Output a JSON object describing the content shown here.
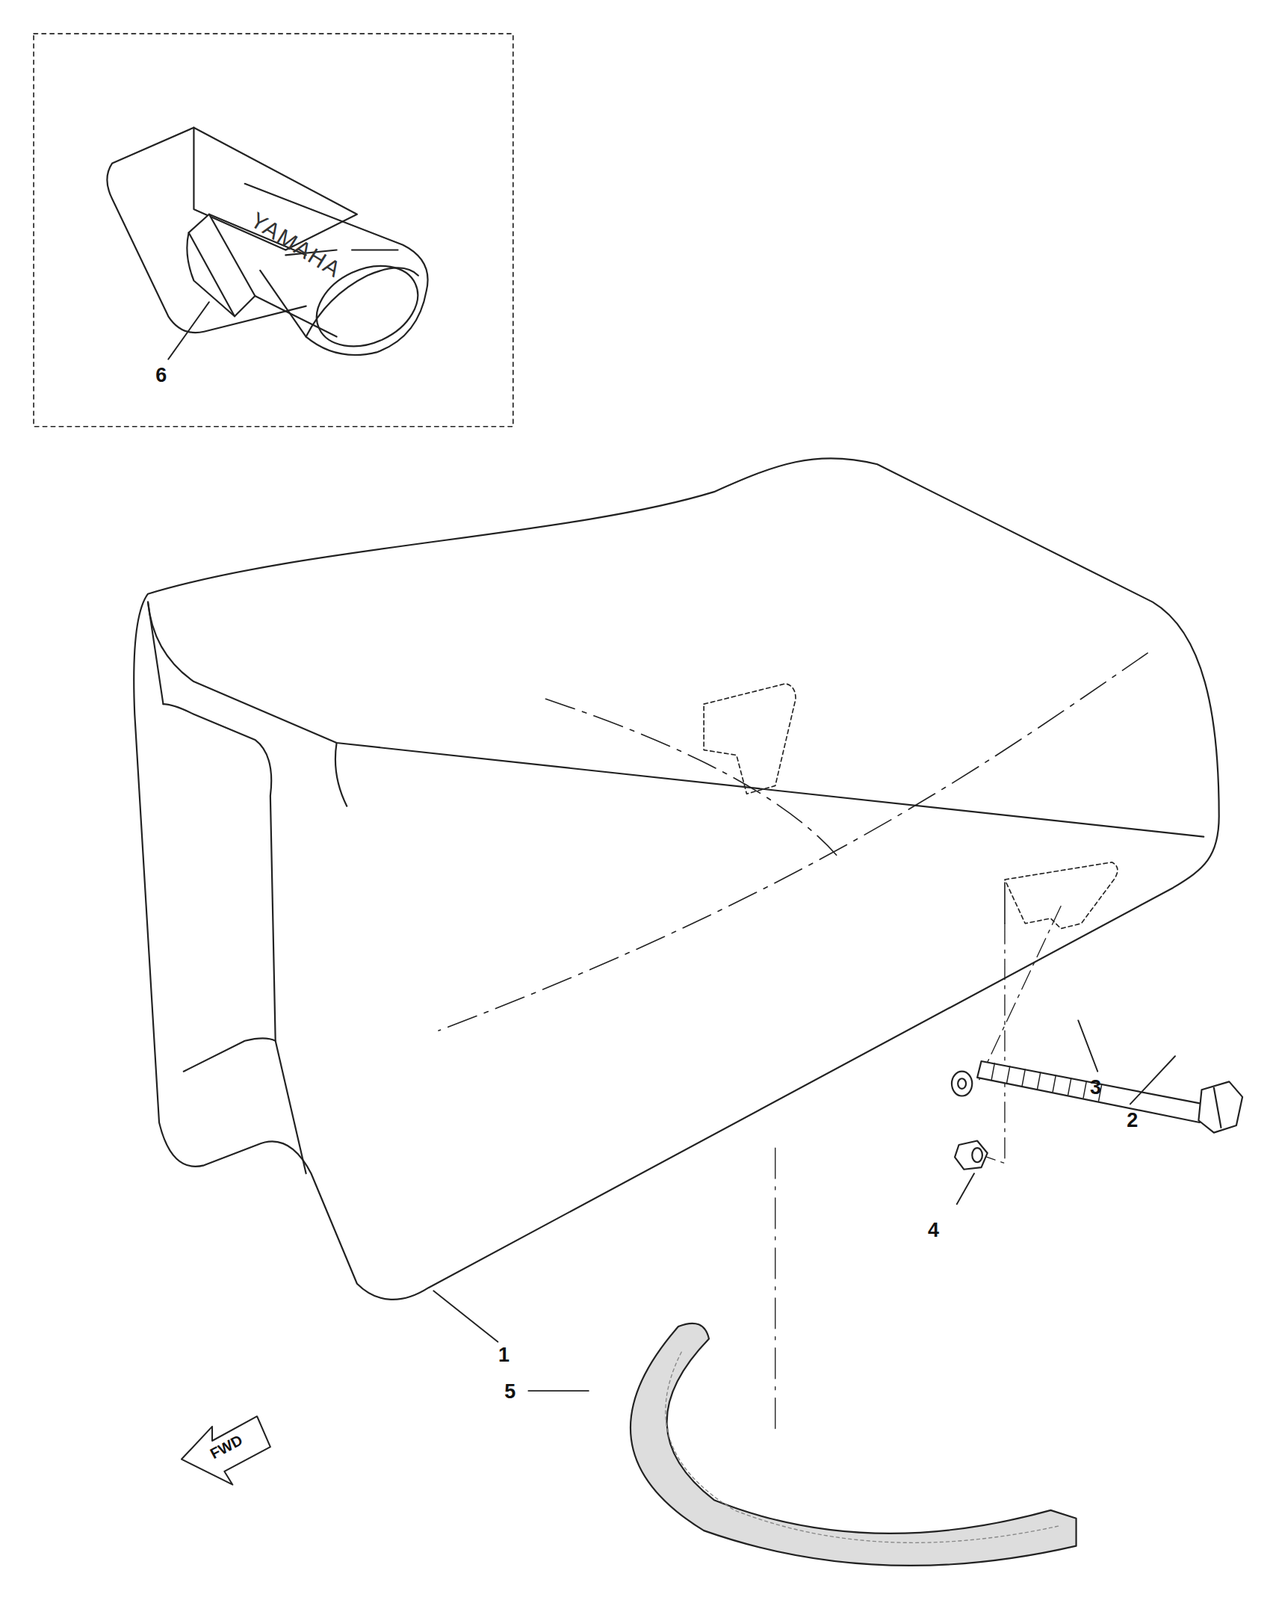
{
  "diagram": {
    "labels": [
      "YAMAHA",
      "6",
      "1",
      "2",
      "3",
      "4",
      "5",
      "FWD"
    ]
  }
}
